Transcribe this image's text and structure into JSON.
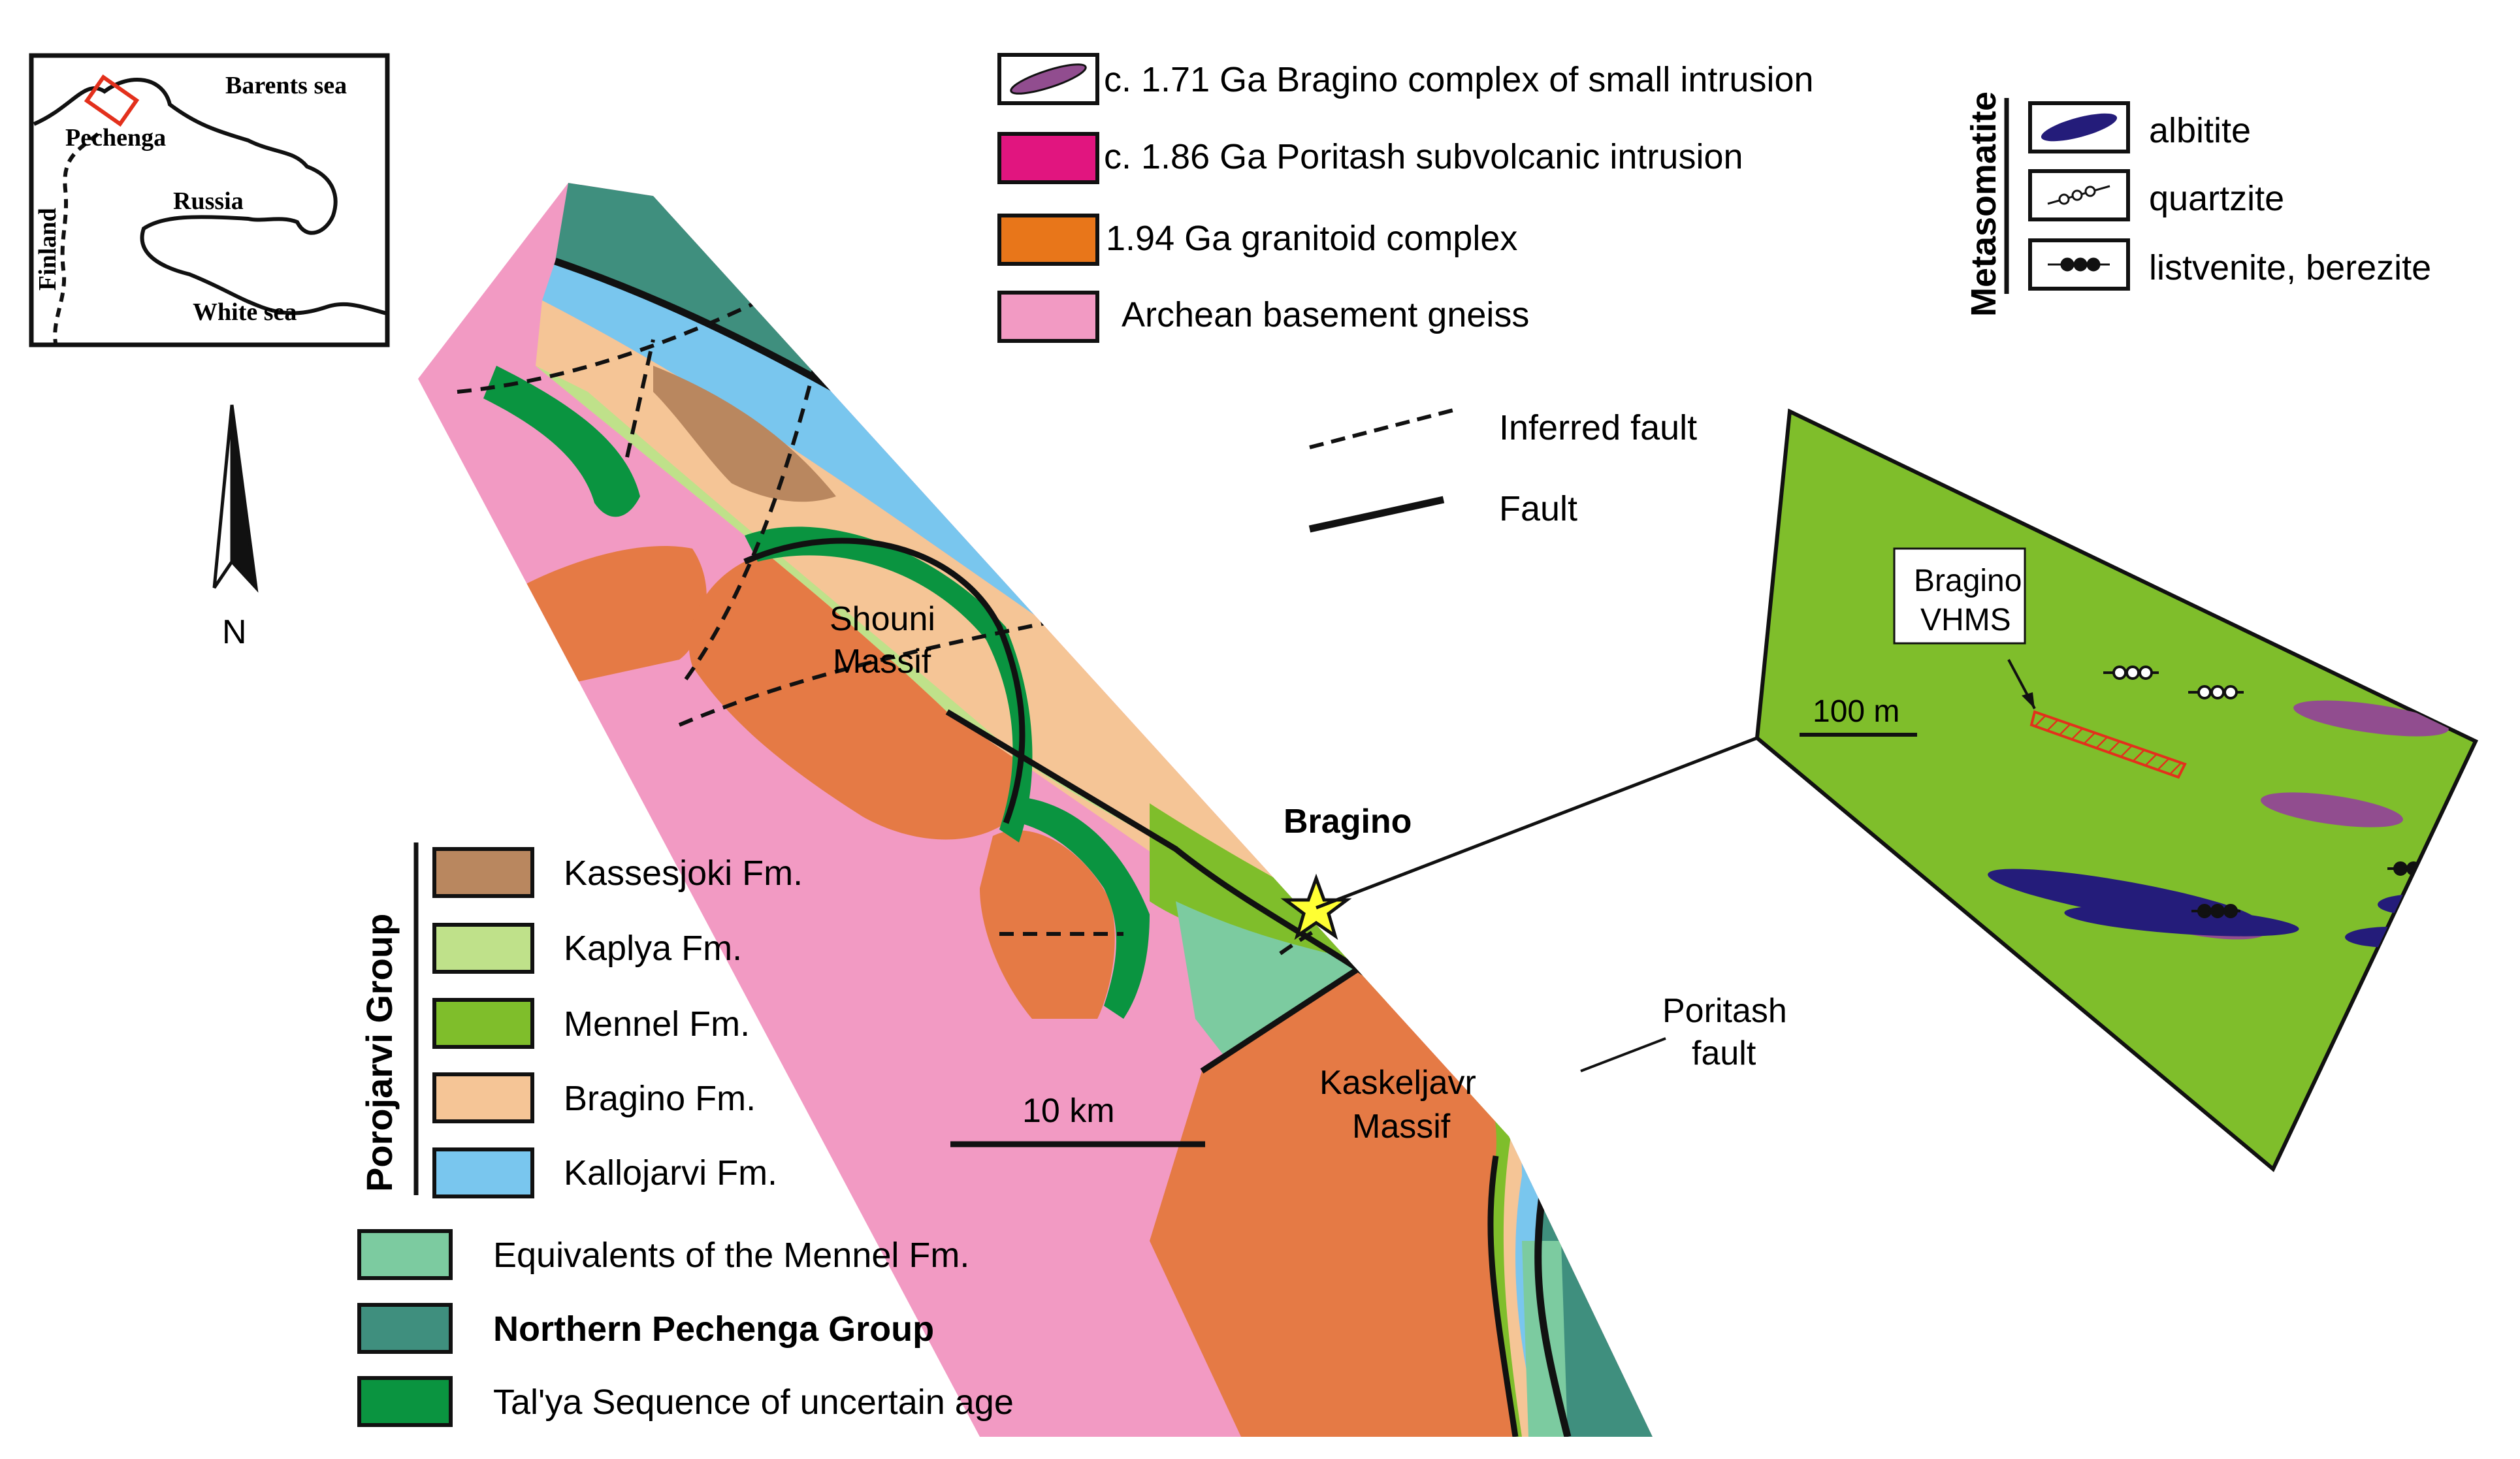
{
  "inset": {
    "labels": [
      "Barents sea",
      "Pechenga",
      "Russia",
      "Finland",
      "White sea"
    ]
  },
  "north_arrow": {
    "label": "N"
  },
  "map": {
    "labels": {
      "shouni": [
        "Shouni",
        "Massif"
      ],
      "kaskeljavr": [
        "Kaskeljavr",
        "Massif"
      ],
      "bragino": "Bragino",
      "poritash": [
        "Poritash",
        "fault"
      ],
      "scale_main": "10 km"
    }
  },
  "detail": {
    "callout": [
      "Bragino",
      "VHMS"
    ],
    "scale": "100 m"
  },
  "legend_top": [
    {
      "label": "c. 1.71 Ga Bragino complex of small intrusion",
      "color": "#ffffff"
    },
    {
      "label": "c. 1.86 Ga Poritash subvolcanic intrusion",
      "color": "#e1157f"
    },
    {
      "label": " 1.94 Ga granitoid complex",
      "color": "#e8761a"
    },
    {
      "label": "Archean basement gneiss",
      "color": "#f29ac3"
    }
  ],
  "faults_legend": [
    {
      "label": "Inferred fault"
    },
    {
      "label": "Fault"
    }
  ],
  "metasomatite": {
    "title": "Metasomatite",
    "items": [
      {
        "label": "albitite",
        "icon": "albitite-icon"
      },
      {
        "label": "quartzite",
        "icon": "quartzite-icon"
      },
      {
        "label": "listvenite, berezite",
        "icon": "listvenite-icon"
      }
    ]
  },
  "porojarvi": {
    "title": "Porojarvi Group",
    "items": [
      {
        "label": "Kassesjoki Fm.",
        "color": "#b9875f"
      },
      {
        "label": "Kaplya Fm.",
        "color": "#bfe18a"
      },
      {
        "label": "Mennel Fm.",
        "color": "#7fbe2b"
      },
      {
        "label": "Bragino Fm.",
        "color": "#f5c596"
      },
      {
        "label": "Kallojarvi Fm.",
        "color": "#79c6ee"
      }
    ]
  },
  "legend_bottom": [
    {
      "label": "Equivalents of the Mennel Fm.",
      "color": "#7ccba0",
      "bold": false
    },
    {
      "label": "Northern Pechenga Group",
      "color": "#3f8f7e",
      "bold": true
    },
    {
      "label": "Tal'ya Sequence of uncertain age",
      "color": "#0a9440",
      "bold": false
    }
  ],
  "colors": {
    "gneiss": "#f29ac3",
    "granitoid": "#e57a45",
    "poritash": "#e1157f",
    "kallojarvi": "#79c6ee",
    "bragino_fm": "#f5c596",
    "mennel": "#7fbe2b",
    "kaplya": "#bfe18a",
    "kassesjoki": "#b9875f",
    "mennel_eq": "#7ccba0",
    "northern": "#3f8f7e",
    "talya": "#0a9440",
    "bragino_intrusion": "#914d8f",
    "albitite": "#241c7a"
  }
}
